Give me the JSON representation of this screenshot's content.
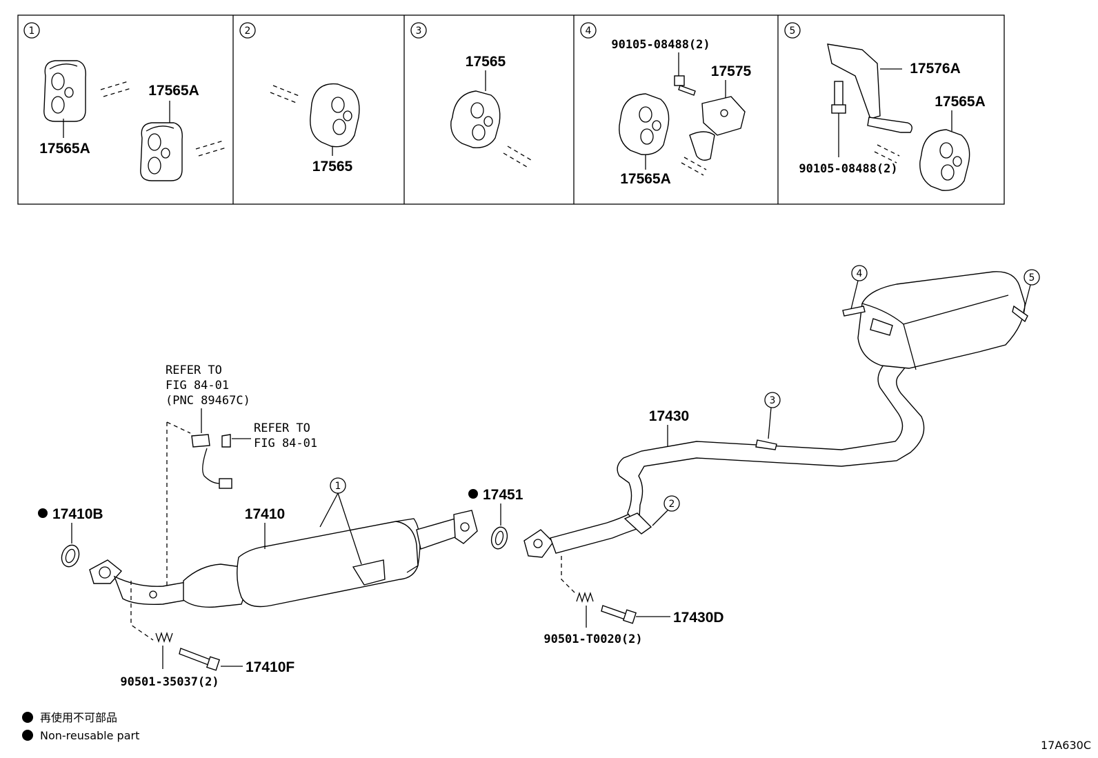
{
  "panels": [
    {
      "index": "1",
      "labels": [
        "17565A",
        "17565A"
      ]
    },
    {
      "index": "2",
      "labels": [
        "17565"
      ]
    },
    {
      "index": "3",
      "labels": [
        "17565"
      ]
    },
    {
      "index": "4",
      "labels": [
        "90105-08488(2)",
        "17575",
        "17565A"
      ]
    },
    {
      "index": "5",
      "labels": [
        "17576A",
        "17565A",
        "90105-08488(2)"
      ]
    }
  ],
  "main": {
    "refer1": [
      "REFER TO",
      "FIG 84-01",
      "(PNC 89467C)"
    ],
    "refer2": [
      "REFER TO",
      "FIG 84-01"
    ],
    "part_17410B": "17410B",
    "part_17410": "17410",
    "part_17410F": "17410F",
    "bolt_90501_35037": "90501-35037(2)",
    "part_17451": "17451",
    "part_17430": "17430",
    "part_17430D": "17430D",
    "bolt_90501_T0020": "90501-T0020(2)",
    "callouts": [
      "1",
      "2",
      "3",
      "4",
      "5"
    ]
  },
  "legend": {
    "jp": "再使用不可部品",
    "en": "Non-reusable part"
  },
  "figure_code": "17A630C"
}
